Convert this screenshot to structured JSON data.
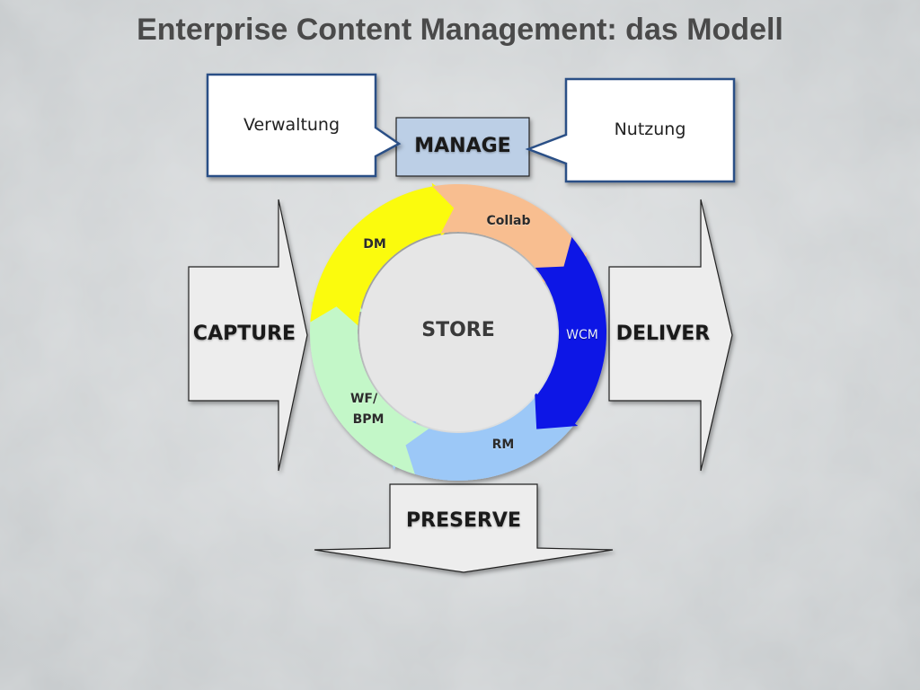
{
  "title": "Enterprise Content Management: das Modell",
  "manage": {
    "label": "MANAGE"
  },
  "callouts": {
    "left": "Verwaltung",
    "right": "Nutzung"
  },
  "arrows": {
    "capture": "CAPTURE",
    "deliver": "DELIVER",
    "preserve": "PRESERVE"
  },
  "store": {
    "label": "STORE"
  },
  "cycle": {
    "segments": [
      {
        "id": "collab",
        "label": "Collab",
        "color": "#f8be90"
      },
      {
        "id": "wcm",
        "label": "WCM",
        "color": "#0a14e6"
      },
      {
        "id": "rm",
        "label": "RM",
        "color": "#9cc8f7"
      },
      {
        "id": "wfbpm",
        "label_line1": "WF/",
        "label_line2": "BPM",
        "color": "#c3f7c8"
      },
      {
        "id": "dm",
        "label": "DM",
        "color": "#fbfb0a"
      }
    ]
  },
  "colors": {
    "manage_fill": "#bccfe6",
    "callout_border": "#2b4f86",
    "arrow_fill": "#ededed",
    "store_fill": "#e6e6e6"
  }
}
